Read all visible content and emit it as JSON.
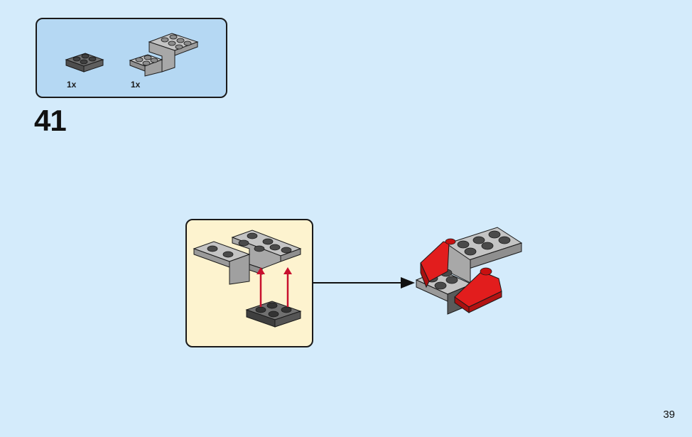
{
  "parts_list": {
    "items": [
      {
        "name": "dark-gray-plate-2x2",
        "qty": "1x"
      },
      {
        "name": "light-gray-bracket",
        "qty": "1x"
      }
    ]
  },
  "step": {
    "number": "41"
  },
  "page": {
    "number": "39"
  },
  "colors": {
    "background": "#d4ebfb",
    "parts_box": "#b5d8f3",
    "sub_box": "#fdf3cf",
    "light_gray": "#a3a3a3",
    "dark_gray": "#5f5f5f",
    "red": "#e21d1d",
    "arrow_red": "#c8102e"
  },
  "icons": [
    "assembly-arrow-icon",
    "insert-arrow-icon"
  ]
}
